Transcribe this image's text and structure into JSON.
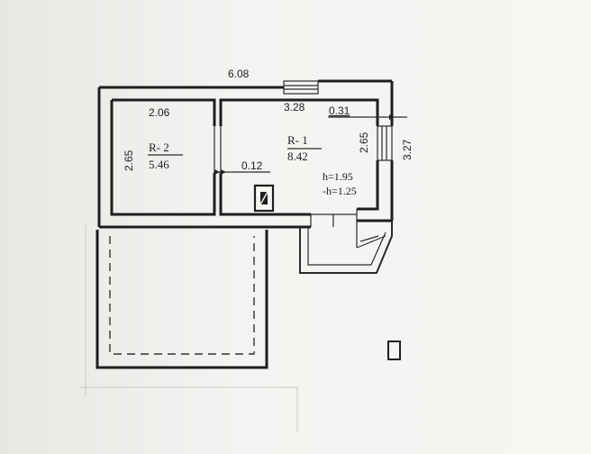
{
  "plan": {
    "overall_width": "6.08",
    "left_room_width": "2.06",
    "right_room_width": "3.28",
    "window_offset": "0.31",
    "left_room_height": "2.65",
    "right_room_height": "2.65",
    "overall_depth": "3.27",
    "partition": "0.12",
    "room2": {
      "label": "R- 2",
      "area": "5.46"
    },
    "room1": {
      "label": "R- 1",
      "area": "8.42"
    },
    "height_1": "h=1.95",
    "height_2": "-h=1.25"
  },
  "icons": {
    "stove": "stove-icon",
    "legend_box": "legend-box-icon"
  }
}
